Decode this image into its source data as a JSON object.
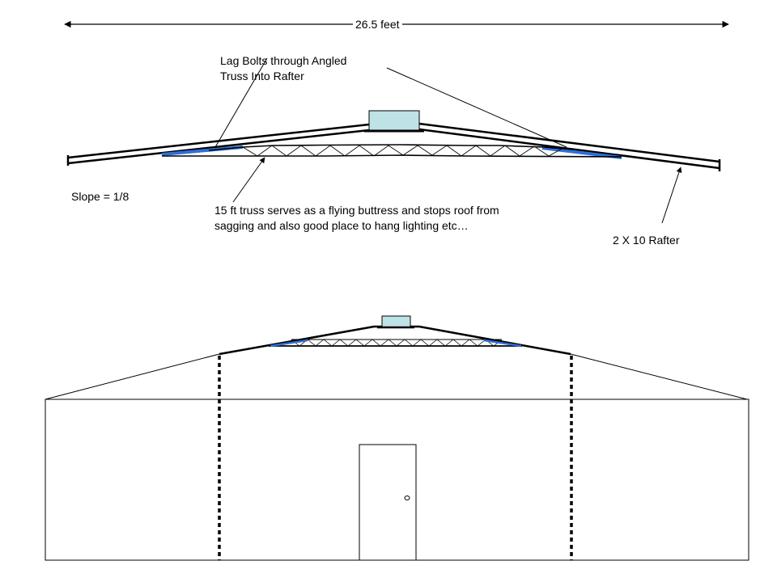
{
  "labels": {
    "dimension": "26.5 feet",
    "lag_bolts": "Lag Bolts through Angled\nTruss Into Rafter",
    "slope": "Slope = 1/8",
    "truss_note": "15 ft truss serves as a flying buttress and stops roof from\nsagging and also good place to hang lighting etc…",
    "rafter": "2 X 10 Rafter"
  },
  "colors": {
    "line": "#000000",
    "reinforcement": "#2e6fd8",
    "ridge_vent": "#bfe2e6",
    "background": "#ffffff"
  }
}
